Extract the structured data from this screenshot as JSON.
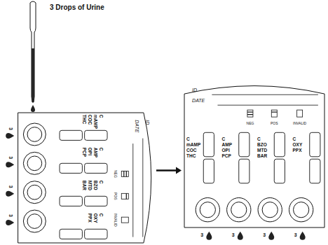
{
  "diagram": {
    "nodes": [
      {
        "text": [
          "ID",
          "DATE",
          "NEG",
          "POS",
          "INVALID",
          "C",
          "mAMP",
          "COC",
          "THC",
          "C",
          "AMP",
          "OPI",
          "PCP",
          "C",
          "BZO",
          "MTD",
          "BAR",
          "C",
          "OXY",
          "PPX",
          "3",
          "3",
          "3",
          "3"
        ]
      },
      {
        "text": [
          "ID",
          "DATE",
          "NEG",
          "POS",
          "INVALID",
          "C",
          "mAMP",
          "COC",
          "THC",
          "C",
          "AMP",
          "OPI",
          "PCP",
          "C",
          "BZO",
          "MTD",
          "BAR",
          "C",
          "OXY",
          "PPX",
          "3",
          "3",
          "3",
          "3"
        ]
      }
    ],
    "edges": [
      {
        "from": 0,
        "to": 1,
        "arrow": "to"
      }
    ],
    "labels": [
      "3 Drops of Urine"
    ]
  }
}
